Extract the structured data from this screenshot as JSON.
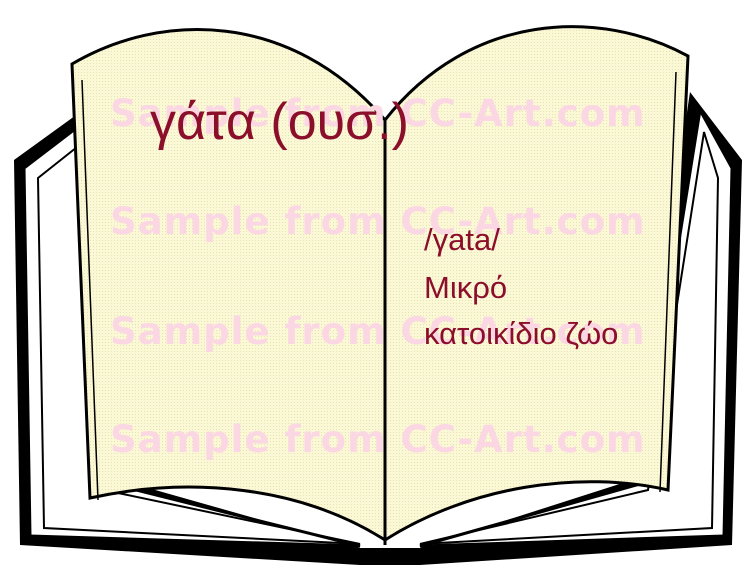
{
  "watermark": {
    "text": "Sample from CC-Art.com"
  },
  "entry": {
    "headword": "γάτα (ουσ.)",
    "pronunciation": "/γata/",
    "definition_line1": "Μικρό",
    "definition_line2": "κατοικίδιο ζώο"
  },
  "colors": {
    "page": "#fbf8d6",
    "ink": "#8b0e2a",
    "watermark": "#fbd7e4",
    "cover": "#000000"
  },
  "icons": [
    "open-book-icon"
  ]
}
